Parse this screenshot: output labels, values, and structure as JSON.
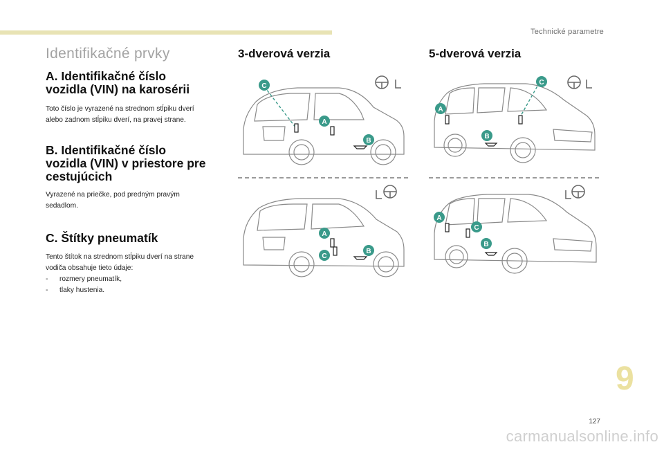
{
  "header": {
    "running_head": "Technické parametre"
  },
  "section_title": "Identifikačné prvky",
  "sections": [
    {
      "title_lines": [
        "A. Identifikačné číslo",
        "vozidla (VIN) na karosérii"
      ],
      "body": [
        "Toto číslo je vyrazené na strednom stĺpiku dverí",
        "alebo zadnom stĺpiku dverí, na pravej strane."
      ]
    },
    {
      "title_lines": [
        "B. Identifikačné číslo",
        "vozidla (VIN) v priestore pre",
        "cestujúcich"
      ],
      "body": [
        "Vyrazené na priečke, pod predným pravým",
        "sedadlom."
      ]
    },
    {
      "title_lines": [
        "C. Štítky pneumatík"
      ],
      "body": [
        "Tento štítok na strednom stĺpiku dverí na strane",
        "vodiča obsahuje tieto údaje:"
      ],
      "list": [
        "rozmery pneumatík,",
        "tlaky hustenia."
      ],
      "dash": "-"
    }
  ],
  "columns": {
    "three_door": "3-dverová verzia",
    "five_door": "5-dverová verzia"
  },
  "markers": {
    "a": "A",
    "b": "B",
    "c": "C"
  },
  "colors": {
    "marker": "#3a9a8a",
    "accent_bar": "#e8e3b4",
    "chapter": "#ebe1a0"
  },
  "icons": [
    "steering-wheel-icon",
    "seat-icon"
  ],
  "chapter_number": "9",
  "page_number": "127",
  "watermark": "carmanualsonline.info"
}
